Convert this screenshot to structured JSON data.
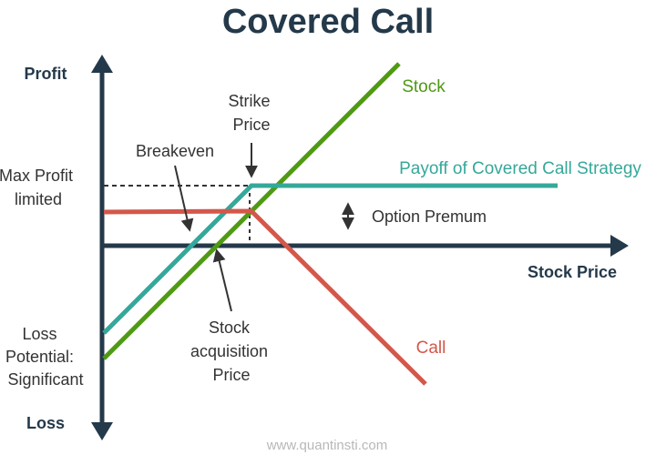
{
  "title": "Covered Call",
  "y_axis": {
    "top_label": "Profit",
    "bottom_label": "Loss",
    "max_profit_label": [
      "Max Profit",
      "limited"
    ],
    "loss_label": [
      "Loss",
      "Potential:",
      "Significant"
    ]
  },
  "x_axis": {
    "label": "Stock Price"
  },
  "annotations": {
    "strike_price": [
      "Strike",
      "Price"
    ],
    "breakeven": "Breakeven",
    "stock_acquisition": [
      "Stock",
      "acquisition",
      "Price"
    ],
    "option_premium": "Option Premum"
  },
  "series_labels": {
    "stock": "Stock",
    "payoff": "Payoff of Covered Call Strategy",
    "call": "Call"
  },
  "colors": {
    "title": "#24394a",
    "axis": "#24394a",
    "stock": "#4f9a13",
    "payoff": "#35a89a",
    "call": "#d4574a",
    "annotation_arrow": "#3c3c3c",
    "watermark": "#b8b8b8"
  },
  "watermark": "www.quantinsti.com"
}
